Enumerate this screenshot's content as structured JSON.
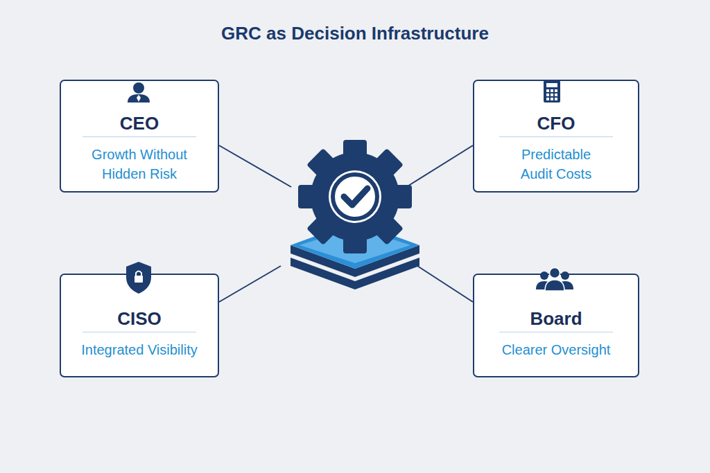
{
  "diagram": {
    "title": "GRC as Decision Infrastructure",
    "nodes": [
      {
        "text": [
          "CEO",
          "Growth Without Hidden Risk"
        ]
      },
      {
        "text": [
          "CFO",
          "Predictable Audit Costs"
        ]
      },
      {
        "text": [
          "CISO",
          "Integrated Visibility"
        ]
      },
      {
        "text": [
          "Board",
          "Clearer Oversight"
        ]
      }
    ]
  }
}
